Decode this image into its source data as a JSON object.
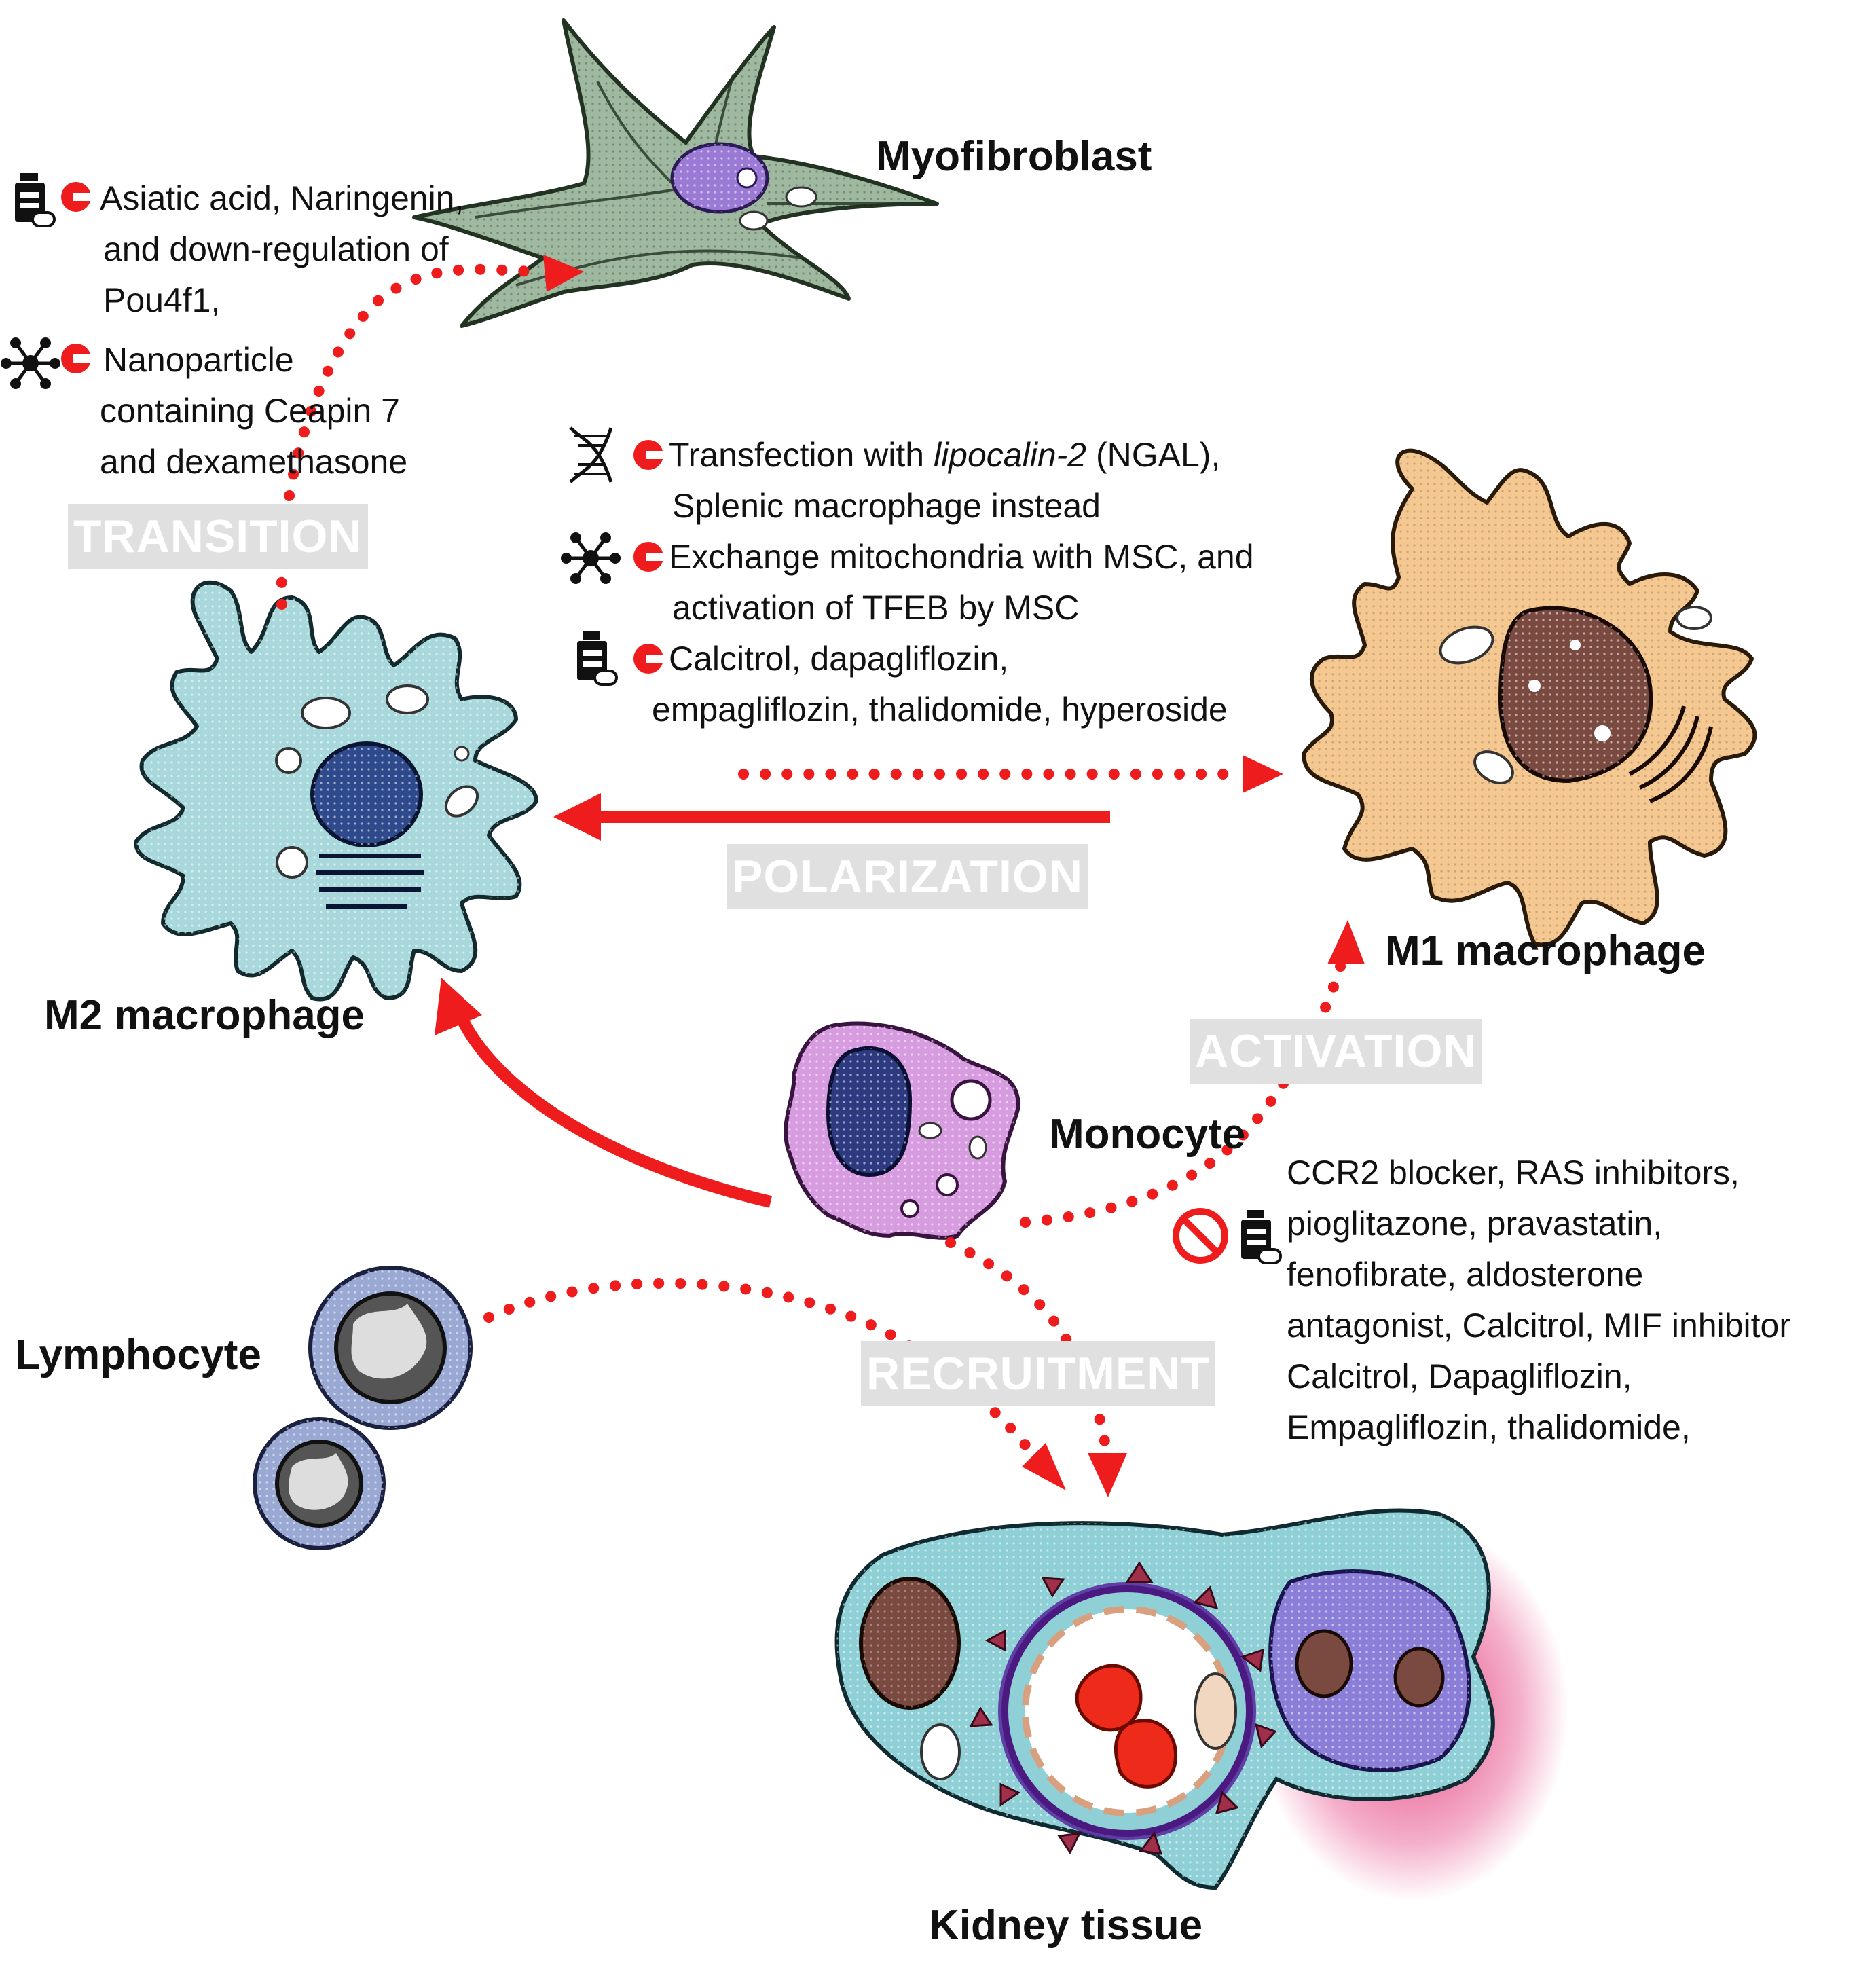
{
  "labels": {
    "myofibroblast": "Myofibroblast",
    "m1": "M1 macrophage",
    "m2": "M2 macrophage",
    "monocyte": "Monocyte",
    "lymphocyte": "Lymphocyte",
    "kidney": "Kidney tissue"
  },
  "processes": {
    "transition": "TRANSITION",
    "polarization": "POLARIZATION",
    "activation": "ACTIVATION",
    "recruitment": "RECRUITMENT"
  },
  "transition_list": {
    "drugs_line1": "Asiatic acid, Naringenin,",
    "drugs_line2": "and down-regulation of",
    "drugs_line3": "Pou4f1,",
    "nano_line1": "Nanoparticle",
    "nano_line2": "containing Ceapin 7",
    "nano_line3": "and dexamethasone"
  },
  "polarization_list": {
    "gene_prefix": "Transfection with ",
    "gene_italic": "lipocalin-2",
    "gene_suffix": " (NGAL),",
    "gene_line2": "Splenic macrophage instead",
    "nano_line1": "Exchange mitochondria with MSC, and",
    "nano_line2": "activation of TFEB by MSC",
    "drug_line1": "Calcitrol, dapagliflozin,",
    "drug_line2": "empagliflozin, thalidomide, hyperoside"
  },
  "activation_list": {
    "line1": "CCR2 blocker, RAS inhibitors,",
    "line2": "pioglitazone, pravastatin,",
    "line3": "fenofibrate, aldosterone",
    "line4": "antagonist, Calcitrol, MIF inhibitor",
    "line5": "Calcitrol, Dapagliflozin,",
    "line6": "Empagliflozin, thalidomide,"
  },
  "icons": {
    "drug": "drug-bottle-icon",
    "nano": "nanoparticle-icon",
    "dna": "dna-icon",
    "block": "red-c-block-icon",
    "prohibit": "prohibition-icon"
  },
  "colors": {
    "arrow": "#ee1c1c",
    "m2_cell": "#a9d8dc",
    "m1_cell": "#f4c890",
    "myofibroblast": "#9fb8a0",
    "monocyte": "#d79be0",
    "lymphocyte": "#9aa8d4",
    "kidney": "#8fcfd6",
    "label_box": "#e0e0e0"
  }
}
